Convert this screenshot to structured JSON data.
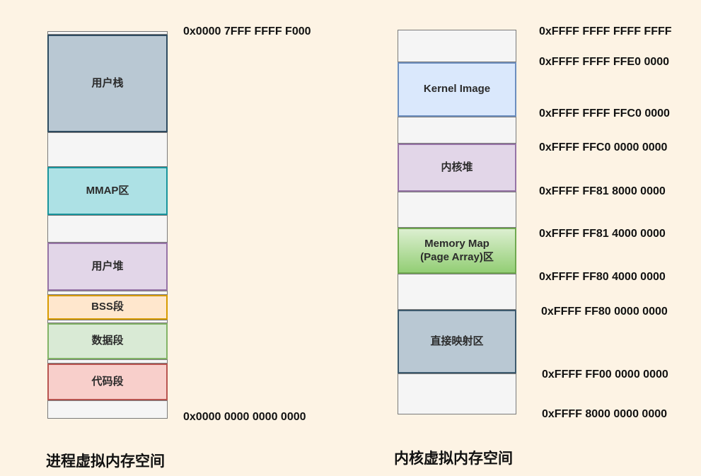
{
  "diagram": {
    "background_color": "#fdf3e4",
    "process_space": {
      "title": "进程虚拟内存空间",
      "top_address": "0x0000 7FFF FFFF F000",
      "bottom_address": "0x0000 0000 0000 0000",
      "segments": [
        {
          "label": "用户栈",
          "fill": "#b9c8d3",
          "border": "#2e4b60"
        },
        {
          "label": "MMAP区",
          "fill": "#ade1e5",
          "border": "#18949c"
        },
        {
          "label": "用户堆",
          "fill": "#e2d6e8",
          "border": "#9673a6"
        },
        {
          "label": "BSS段",
          "fill": "#ffe7cd",
          "border": "#d79b00"
        },
        {
          "label": "数据段",
          "fill": "#d9ead5",
          "border": "#82b366"
        },
        {
          "label": "代码段",
          "fill": "#f8cfcb",
          "border": "#b85450"
        }
      ]
    },
    "kernel_space": {
      "title": "内核虚拟内存空间",
      "segments": [
        {
          "label": "Kernel Image",
          "fill": "#dae8fc",
          "border": "#6c8ebf"
        },
        {
          "label": "内核堆",
          "fill": "#e2d6e8",
          "border": "#9673a6"
        },
        {
          "label": "Memory Map (Page Array)区",
          "fill_top": "#dcefd0",
          "fill_bottom": "#93ce75",
          "border": "#6fa84f"
        },
        {
          "label": "直接映射区",
          "fill": "#b9c8d3",
          "border": "#3d5a6e"
        }
      ],
      "addresses": [
        "0xFFFF FFFF FFFF FFFF",
        "0xFFFF FFFF FFE0 0000",
        "0xFFFF FFFF FFC0 0000",
        "0xFFFF FFC0 0000 0000",
        "0xFFFF FF81 8000 0000",
        "0xFFFF FF81 4000 0000",
        "0xFFFF FF80 4000 0000",
        "0xFFFF FF80 0000 0000",
        "0xFFFF FF00 0000 0000",
        "0xFFFF 8000 0000 0000"
      ]
    }
  }
}
